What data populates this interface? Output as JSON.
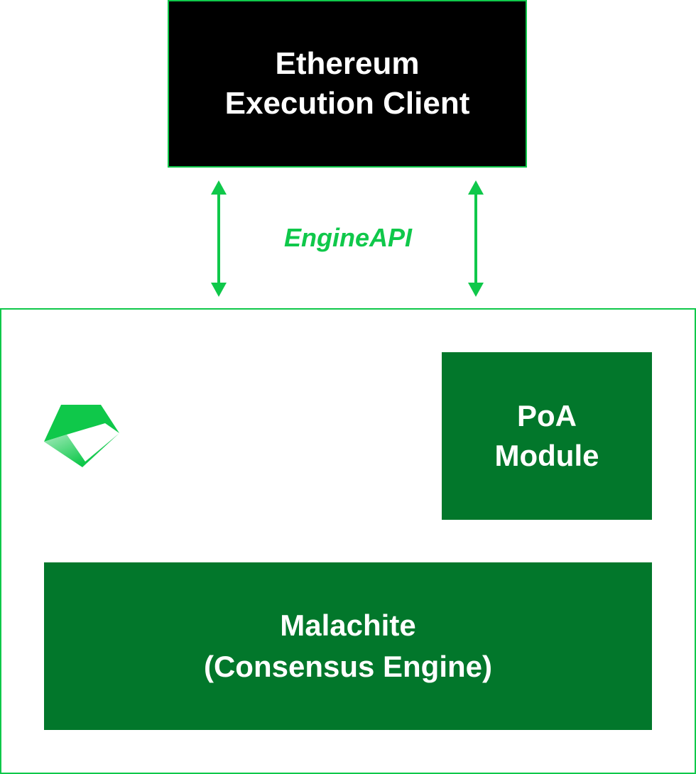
{
  "diagram": {
    "execution_client": {
      "line1": "Ethereum",
      "line2": "Execution Client"
    },
    "interface_label": "EngineAPI",
    "poa_module": {
      "line1": "PoA",
      "line2": "Module"
    },
    "consensus_engine": {
      "line1": "Malachite",
      "line2": "(Consensus Engine)"
    },
    "logo": "malachite-gem-icon"
  },
  "colors": {
    "accent": "#0fc84a",
    "module_fill": "#02772b",
    "client_fill": "#000000",
    "text_on_fill": "#ffffff"
  }
}
